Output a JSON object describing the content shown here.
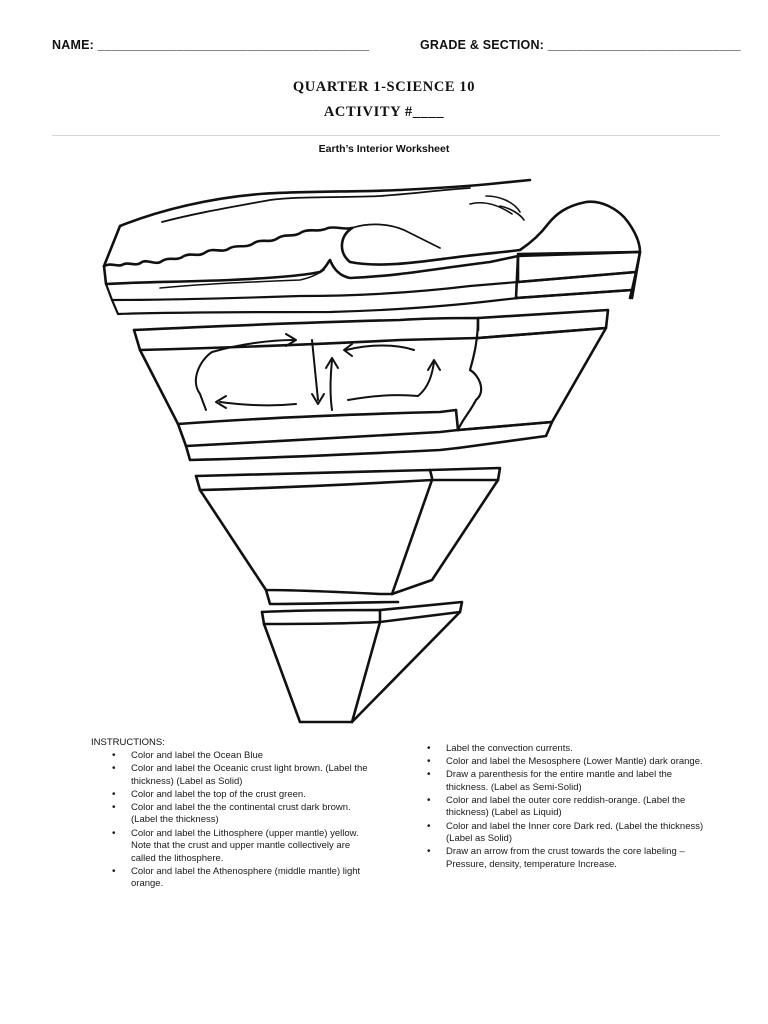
{
  "header": {
    "name_label": "NAME: ______________________________________",
    "grade_label": "GRADE & SECTION: ___________________________"
  },
  "titles": {
    "quarter": "QUARTER 1-SCIENCE 10",
    "activity": "ACTIVITY #____",
    "worksheet": "Earth’s Interior Worksheet"
  },
  "instructions": {
    "heading": "INSTRUCTIONS:",
    "left": [
      "Color and label the Ocean Blue",
      "Color and label the Oceanic crust light brown. (Label the thickness) (Label as Solid)",
      "Color and label the top of the crust green.",
      "Color and label the the continental crust dark brown. (Label the thickness)",
      "Color and label the Lithosphere (upper mantle) yellow. Note that the crust and upper mantle collectively are called the lithosphere.",
      "Color and label the Athenosphere (middle mantle) light orange."
    ],
    "right": [
      "Label the convection currents.",
      "Color and label the Mesosphere (Lower Mantle) dark orange.",
      "Draw a parenthesis for the entire mantle and label the thickness. (Label as Semi-Solid)",
      "Color and label the outer core reddish-orange. (Label the thickness) (Label as Liquid)",
      "Color and label the Inner core Dark red.  (Label the thickness) (Label as Solid)",
      "Draw an arrow from the crust towards the core labeling – Pressure, density, temperature Increase."
    ]
  }
}
